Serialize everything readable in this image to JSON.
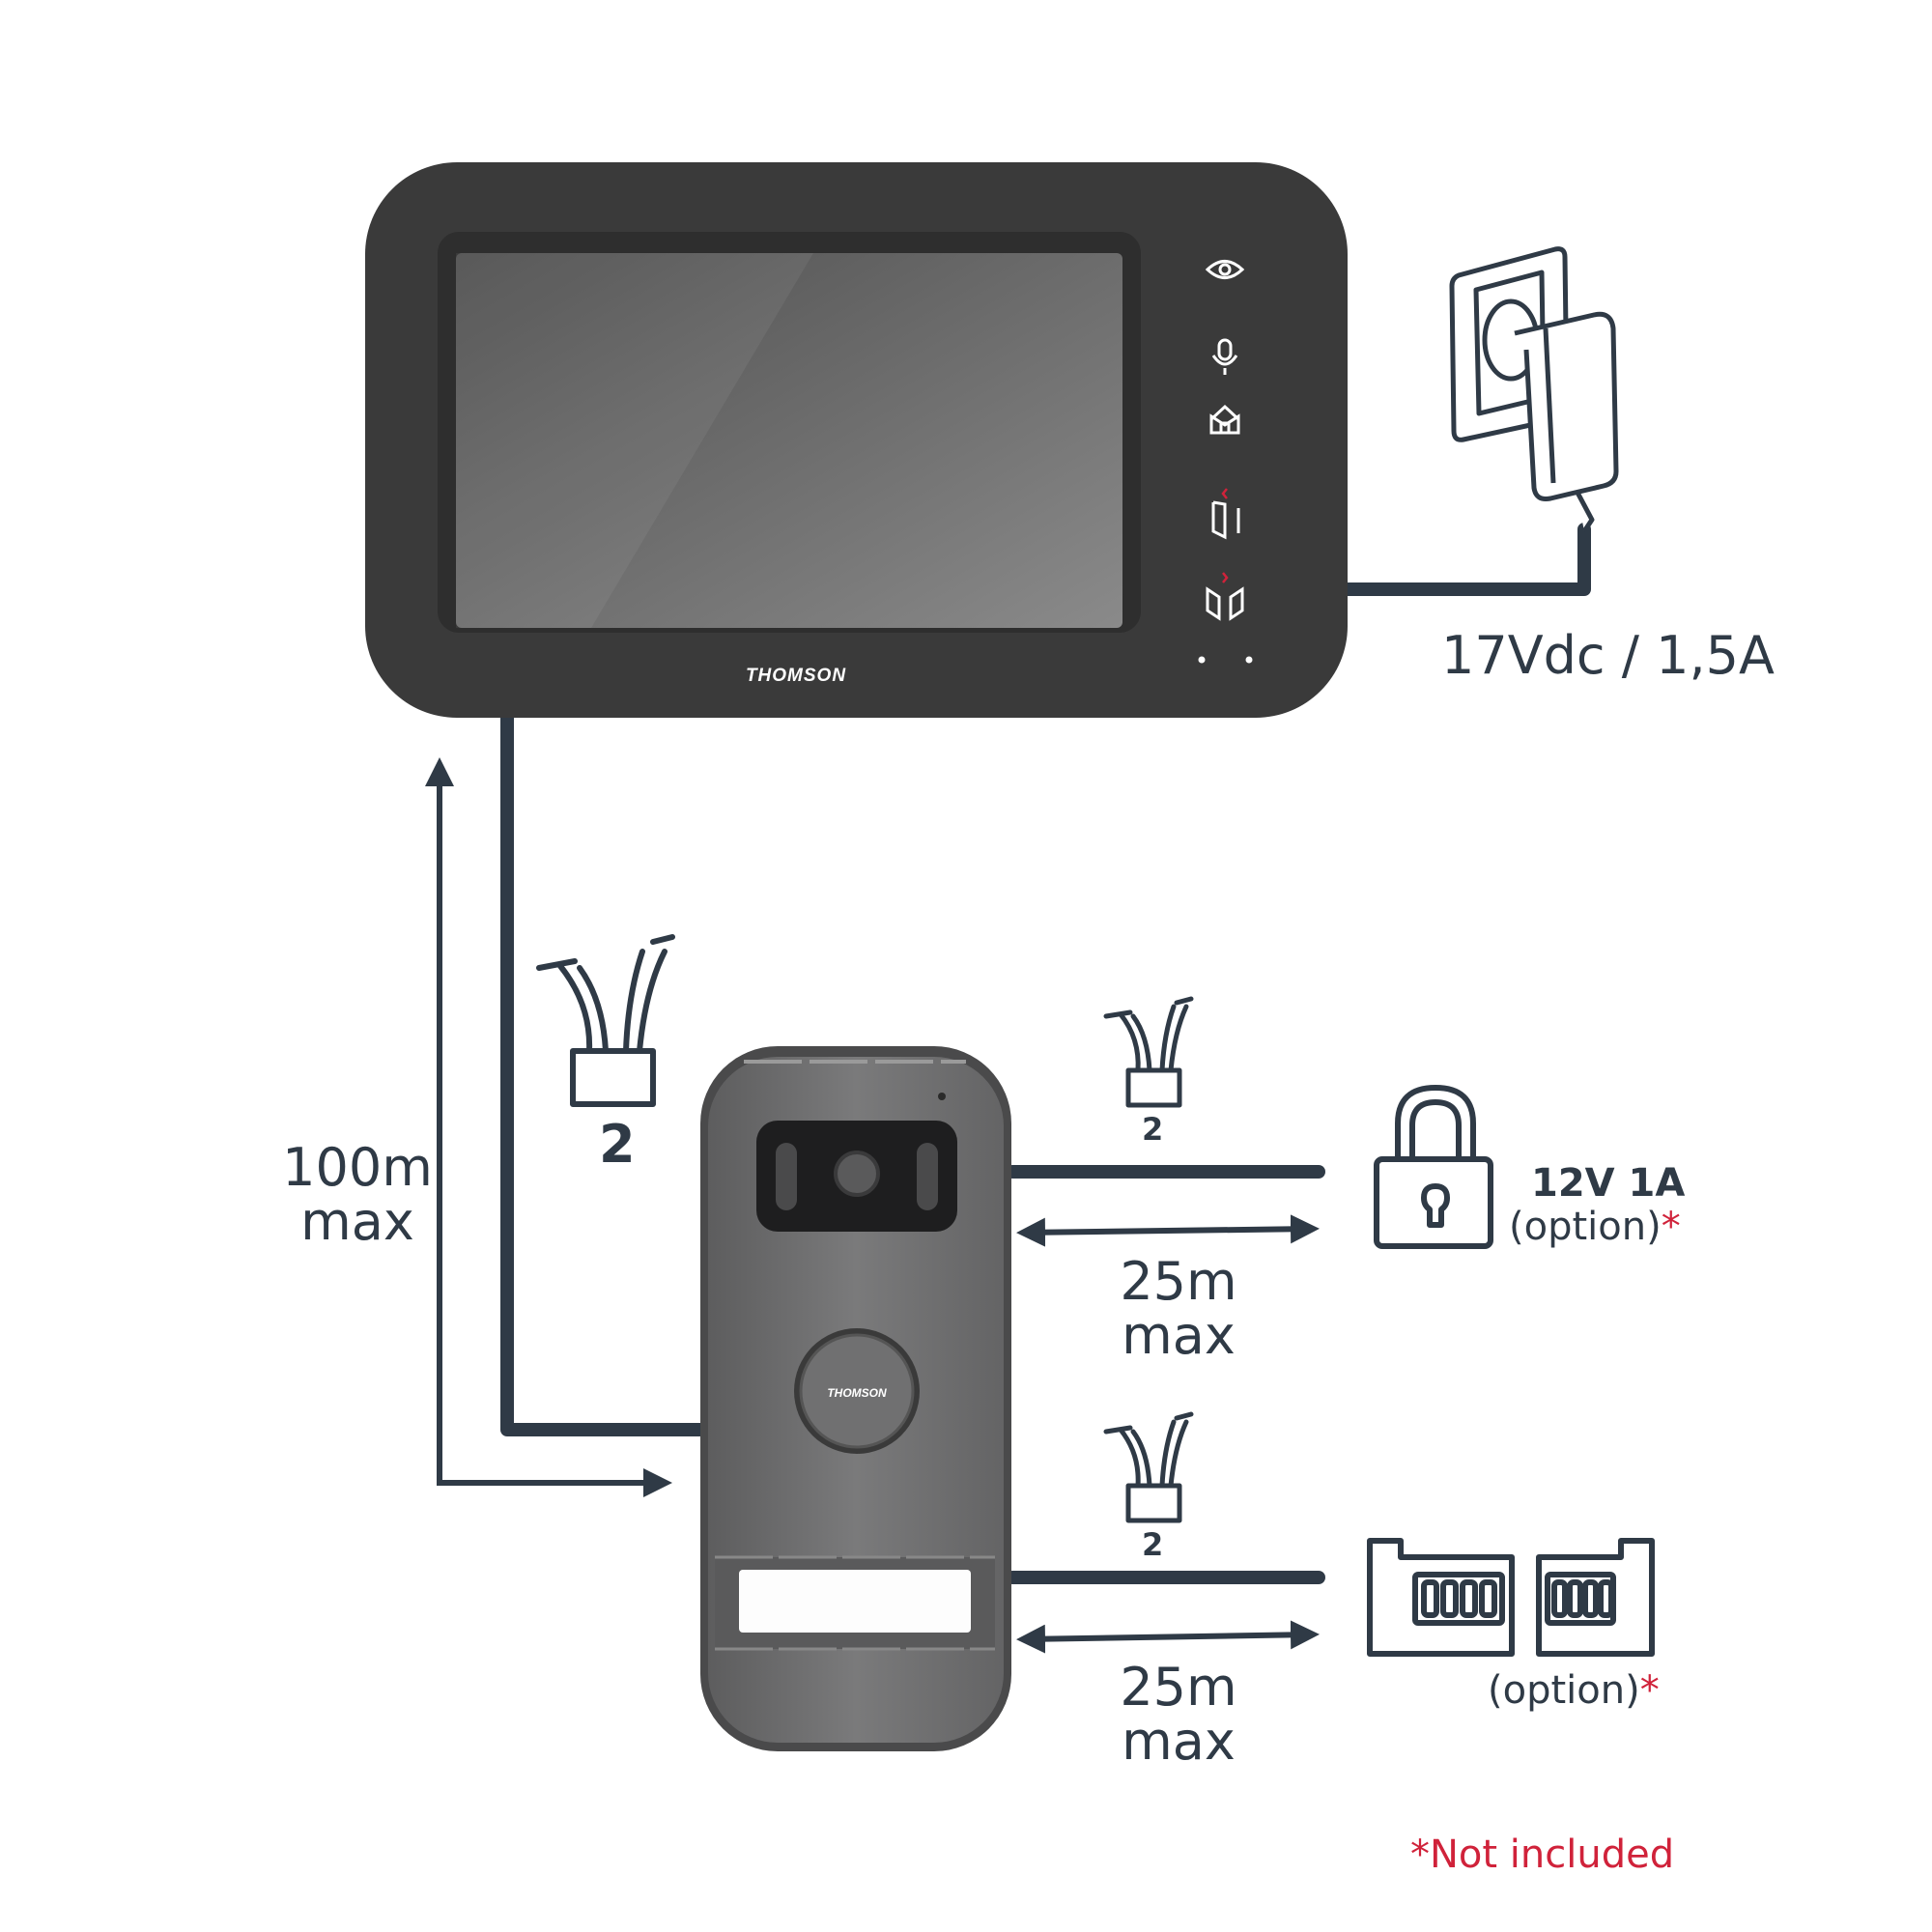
{
  "colors": {
    "wire": "#2f3a46",
    "monitor_frame": "#3a3a3a",
    "screen": "#6e6e6e",
    "doorbell_body": "#6f6f70",
    "accent_red": "#d0223a",
    "white": "#ffffff"
  },
  "monitor": {
    "brand": "THOMSON",
    "buttons": [
      "eye-icon",
      "microphone-icon",
      "home-icon",
      "door-lock-icon",
      "gate-icon"
    ]
  },
  "power": {
    "label": "17Vdc / 1,5A"
  },
  "monitor_link": {
    "wire_count": "2",
    "distance_value": "100m",
    "distance_unit": "max"
  },
  "doorbell": {
    "brand": "THOMSON"
  },
  "lock_link": {
    "wire_count": "2",
    "distance_value": "25m",
    "distance_unit": "max",
    "device_spec": "12V 1A",
    "option_text": "(option)",
    "asterisk": "*"
  },
  "gate_link": {
    "wire_count": "2",
    "distance_value": "25m",
    "distance_unit": "max",
    "option_text": "(option)",
    "asterisk": "*"
  },
  "footnote": {
    "asterisk": "*",
    "text": "Not included"
  }
}
